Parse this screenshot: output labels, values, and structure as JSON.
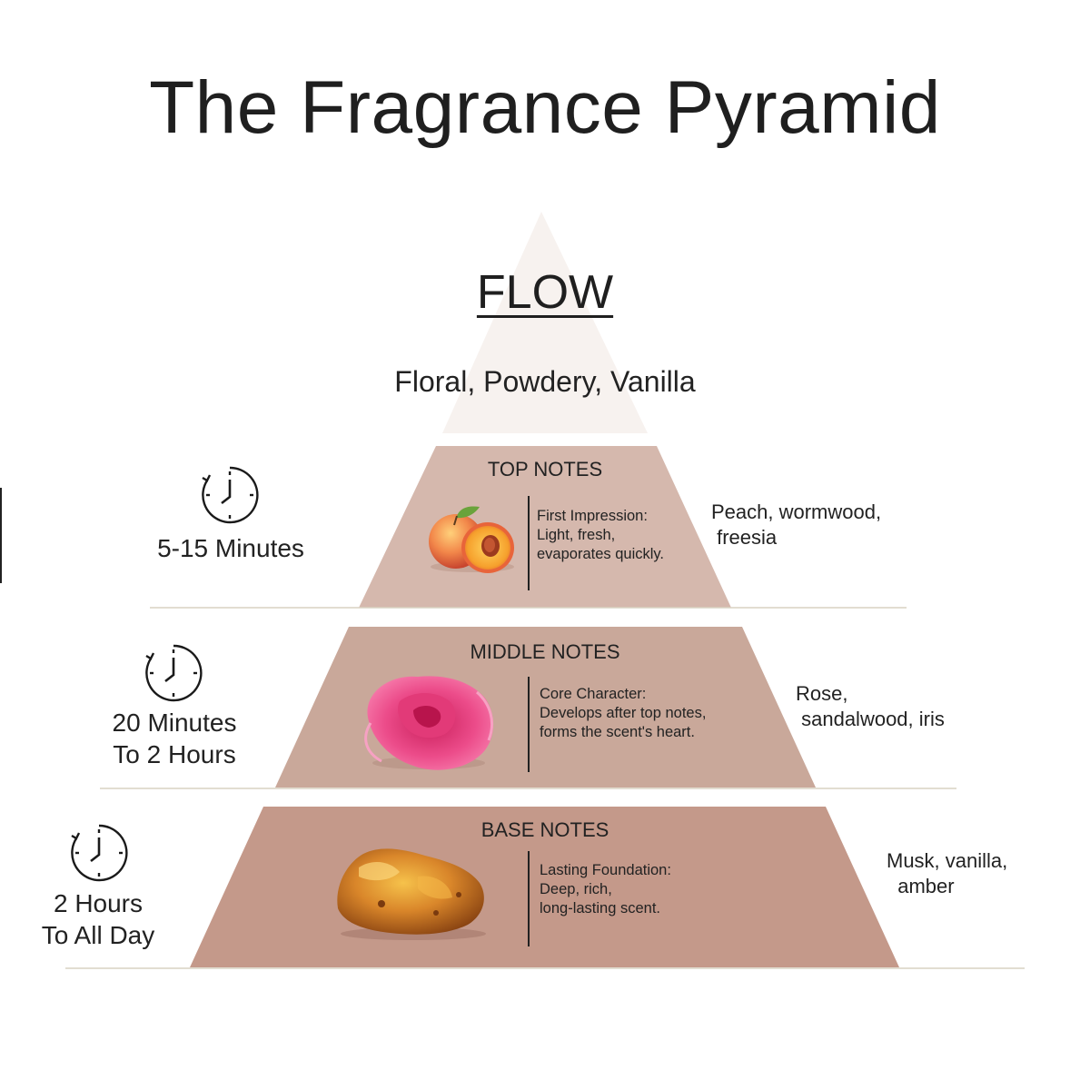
{
  "title": "The Fragrance Pyramid",
  "brand": "FLOW",
  "summary": "Floral, Powdery, Vanilla",
  "colors": {
    "apex": "#f7f2ef",
    "top": "#d5b8ad",
    "middle": "#c9a89a",
    "base": "#c4998a",
    "rule": "#d9d2c2"
  },
  "tiers": [
    {
      "title": "TOP NOTES",
      "desc": [
        "First Impression:",
        "Light, fresh,",
        "evaporates quickly."
      ],
      "ingredients": "Peach, wormwood,\n freesia",
      "timing": [
        "5-15 Minutes"
      ],
      "image": "peach-icon",
      "timing_icon": "clock-icon"
    },
    {
      "title": "MIDDLE NOTES",
      "desc": [
        "Core Character:",
        "Develops after top notes,",
        "forms the scent's heart."
      ],
      "ingredients": "Rose,\n sandalwood, iris",
      "timing": [
        "20 Minutes",
        "To 2 Hours"
      ],
      "image": "rose-icon",
      "timing_icon": "clock-icon"
    },
    {
      "title": "BASE NOTES",
      "desc": [
        "Lasting Foundation:",
        "Deep, rich,",
        "long-lasting scent."
      ],
      "ingredients": "Musk, vanilla,\n  amber",
      "timing": [
        "2 Hours",
        "To All Day"
      ],
      "image": "amber-icon",
      "timing_icon": "clock-icon"
    }
  ]
}
